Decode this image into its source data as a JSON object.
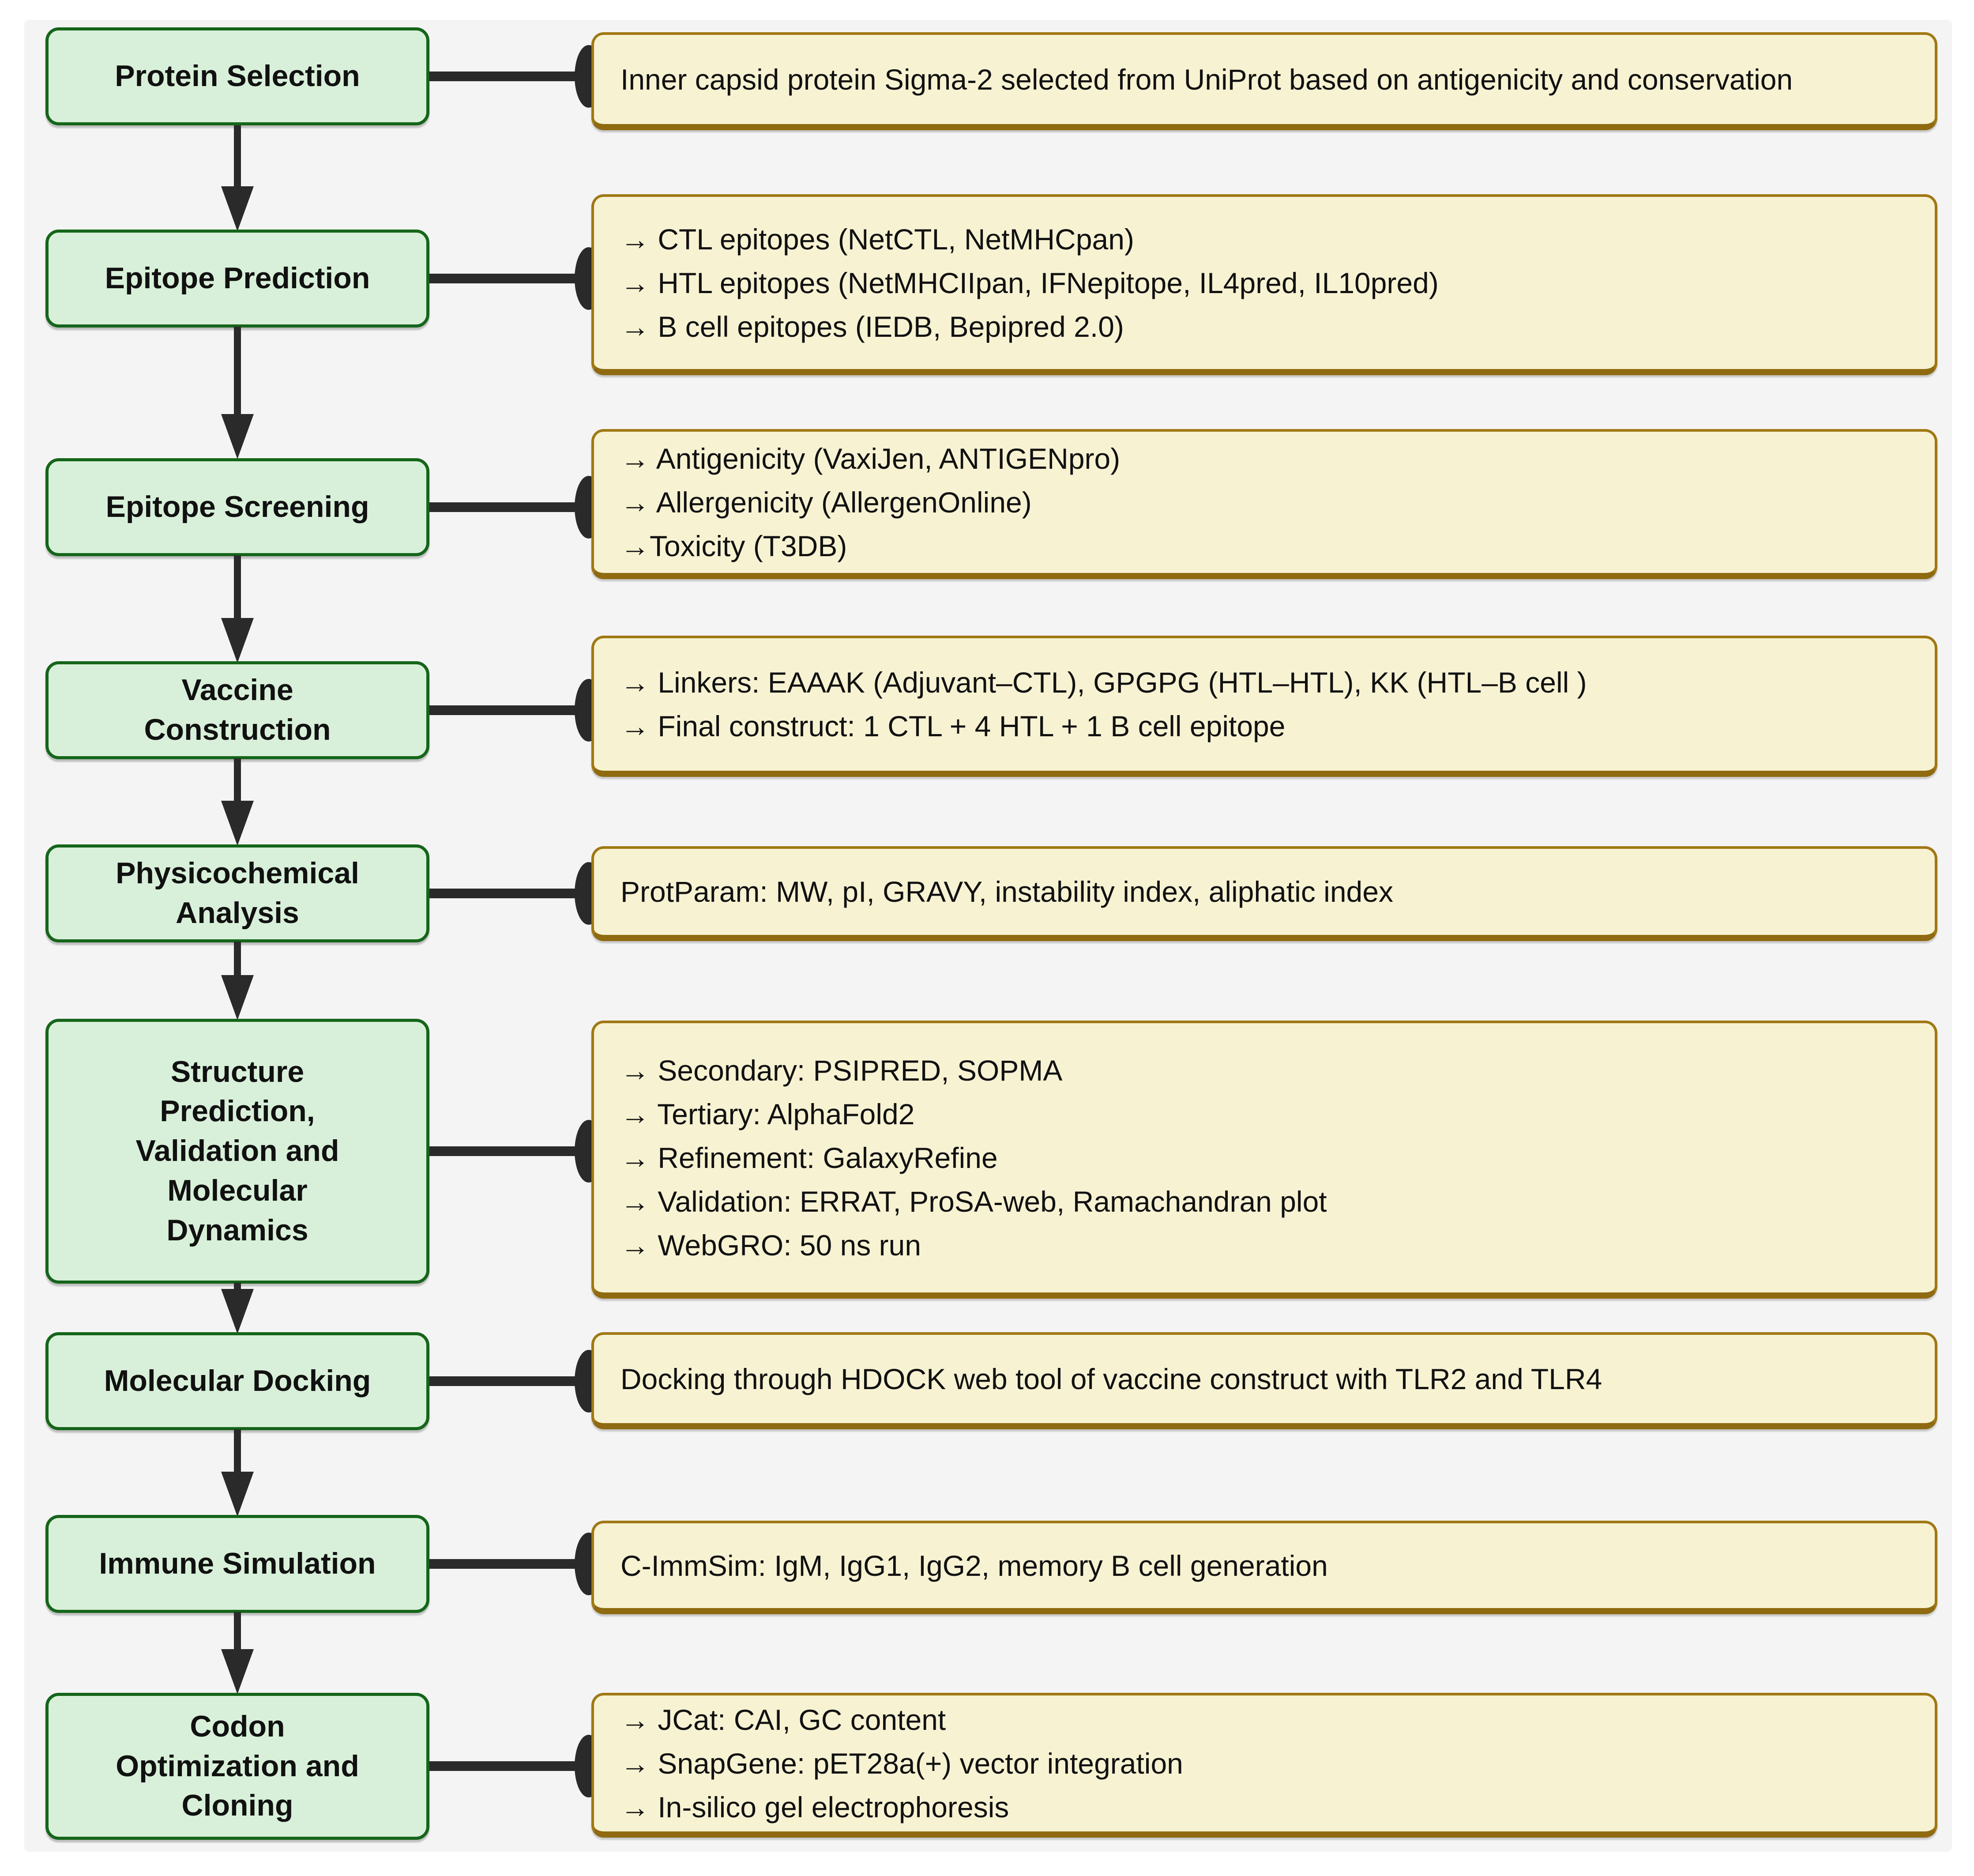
{
  "colors": {
    "page_background": "#ffffff",
    "panel_background": "#f4f4f5",
    "step_fill": "#d8f0d9",
    "step_border": "#15651a",
    "detail_fill": "#f7f2d2",
    "detail_border": "#a07814",
    "connector": "#2a2a2a",
    "text": "#111111"
  },
  "steps": [
    {
      "id": "protein-selection",
      "label": "Protein Selection",
      "details": [
        "Inner capsid protein Sigma-2 selected from UniProt based on antigenicity and conservation"
      ]
    },
    {
      "id": "epitope-prediction",
      "label": "Epitope Prediction",
      "details": [
        "→ CTL epitopes (NetCTL, NetMHCpan)",
        "→ HTL epitopes (NetMHCIIpan, IFNepitope, IL4pred, IL10pred)",
        "→ B cell  epitopes (IEDB, Bepipred 2.0)"
      ]
    },
    {
      "id": "epitope-screening",
      "label": "Epitope Screening",
      "details": [
        "→ Antigenicity (VaxiJen, ANTIGENpro)",
        "→ Allergenicity (AllergenOnline)",
        "→Toxicity (T3DB)"
      ]
    },
    {
      "id": "vaccine-construction",
      "label": "Vaccine\nConstruction",
      "details": [
        "→ Linkers: EAAAK (Adjuvant–CTL), GPGPG (HTL–HTL), KK (HTL–B cell )",
        "→ Final construct: 1 CTL + 4 HTL + 1 B cell  epitope"
      ]
    },
    {
      "id": "physicochemical-analysis",
      "label": "Physicochemical\nAnalysis",
      "details": [
        "ProtParam: MW, pI, GRAVY, instability index, aliphatic index"
      ]
    },
    {
      "id": "structure-prediction-validation-md",
      "label": "Structure\nPrediction,\nValidation and\nMolecular\nDynamics",
      "details": [
        "→ Secondary: PSIPRED, SOPMA",
        "→ Tertiary: AlphaFold2",
        "→ Refinement: GalaxyRefine",
        "→ Validation: ERRAT, ProSA-web, Ramachandran plot",
        "→ WebGRO: 50 ns run"
      ]
    },
    {
      "id": "molecular-docking",
      "label": "Molecular Docking",
      "details": [
        "Docking through HDOCK web tool of vaccine construct with TLR2 and TLR4"
      ]
    },
    {
      "id": "immune-simulation",
      "label": "Immune Simulation",
      "details": [
        "C-ImmSim: IgM, IgG1, IgG2, memory B cell generation"
      ]
    },
    {
      "id": "codon-optimization-cloning",
      "label": "Codon\nOptimization and\nCloning",
      "details": [
        "→ JCat: CAI, GC content",
        "→ SnapGene: pET28a(+) vector integration",
        "→ In-silico gel electrophoresis"
      ]
    }
  ]
}
